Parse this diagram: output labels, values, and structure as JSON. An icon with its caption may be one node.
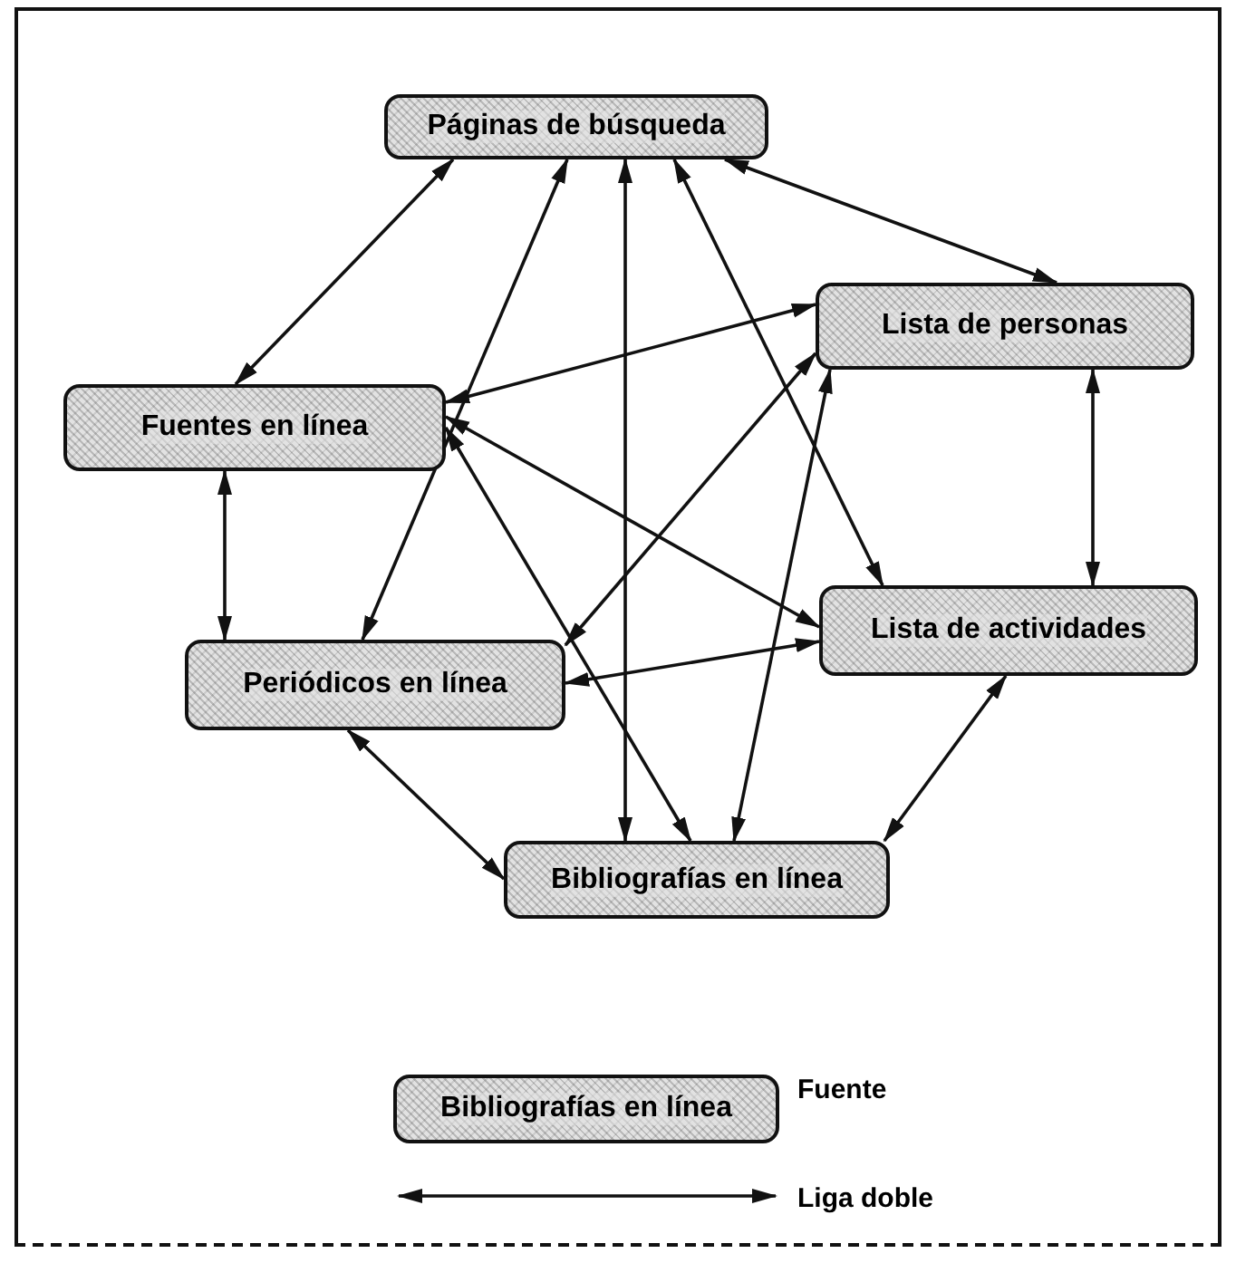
{
  "diagram": {
    "nodes": [
      {
        "text": [
          "Páginas de búsqueda"
        ]
      },
      {
        "text": [
          "Lista de personas"
        ]
      },
      {
        "text": [
          "Fuentes en línea"
        ]
      },
      {
        "text": [
          "Lista de actividades"
        ]
      },
      {
        "text": [
          "Periódicos en línea"
        ]
      },
      {
        "text": [
          "Bibliografías en línea"
        ]
      }
    ],
    "edges": [
      {
        "from": 0,
        "to": 2,
        "arrow": "both"
      },
      {
        "from": 0,
        "to": 4,
        "arrow": "both"
      },
      {
        "from": 0,
        "to": 5,
        "arrow": "both"
      },
      {
        "from": 0,
        "to": 3,
        "arrow": "both"
      },
      {
        "from": 0,
        "to": 1,
        "arrow": "both"
      },
      {
        "from": 2,
        "to": 1,
        "arrow": "both"
      },
      {
        "from": 2,
        "to": 3,
        "arrow": "both"
      },
      {
        "from": 2,
        "to": 5,
        "arrow": "both"
      },
      {
        "from": 2,
        "to": 4,
        "arrow": "both"
      },
      {
        "from": 1,
        "to": 4,
        "arrow": "both"
      },
      {
        "from": 1,
        "to": 5,
        "arrow": "both"
      },
      {
        "from": 1,
        "to": 3,
        "arrow": "both"
      },
      {
        "from": 4,
        "to": 3,
        "arrow": "both"
      },
      {
        "from": 4,
        "to": 5,
        "arrow": "both"
      },
      {
        "from": 3,
        "to": 5,
        "arrow": "both"
      }
    ],
    "labels": [
      "Bibliografías en línea"
    ],
    "legend": [
      {
        "text": "Fuente"
      },
      {
        "text": "Liga doble"
      }
    ]
  }
}
